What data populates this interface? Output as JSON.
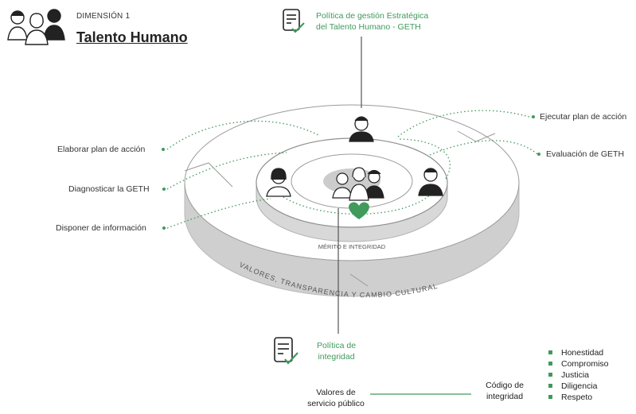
{
  "header": {
    "dimension_label": "DIMENSIÓN 1",
    "title": "Talento Humano"
  },
  "policy_top": {
    "line1": "Política de gestión Estratégica",
    "line2": "del Talento Humano - GETH"
  },
  "steps": {
    "elaborar": "Elaborar plan de acción",
    "diagnosticar": "Diagnosticar la GETH",
    "disponer": "Disponer de información",
    "ejecutar": "Ejecutar plan de acción",
    "evaluacion": "Evaluación de GETH"
  },
  "rings": {
    "inner": "MÉRITO E INTEGRIDAD",
    "outer": "VALORES, TRANSPARENCIA Y CAMBIO CULTURAL"
  },
  "policy_integrity": {
    "line1": "Política de",
    "line2": "integridad"
  },
  "public_values": {
    "line1": "Valores de",
    "line2": "servicio público"
  },
  "code": {
    "line1": "Código de",
    "line2": "integridad"
  },
  "values_list": [
    "Honestidad",
    "Compromiso",
    "Justicia",
    "Diligencia",
    "Respeto"
  ],
  "colors": {
    "accent": "#3f9a5c",
    "ring_gray": "#d9d9d9",
    "dark": "#2b2b2b"
  },
  "icons": [
    "people-group-icon",
    "document-check-icon",
    "person-icon",
    "heart-icon"
  ]
}
